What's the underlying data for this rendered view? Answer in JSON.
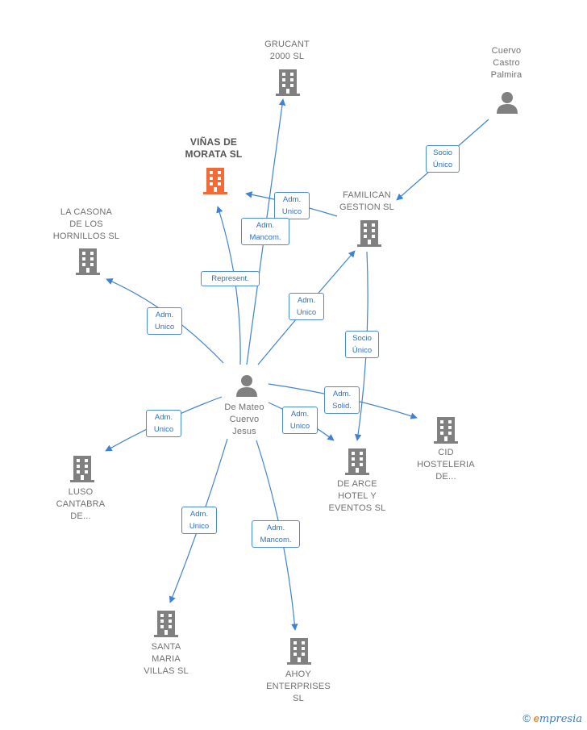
{
  "nodes": {
    "grucant": "GRUCANT\n2000 SL",
    "cuervo_castro": "Cuervo\nCastro\nPalmira",
    "vinas": "VIÑAS DE\nMORATA  SL",
    "familican": "FAMILICAN\nGESTION  SL",
    "casona": "LA CASONA\nDE LOS\nHORNILLOS SL",
    "de_mateo": "De Mateo\nCuervo\nJesus",
    "luso": "LUSO\nCANTABRA\nDE...",
    "de_arce": "DE ARCE\nHOTEL Y\nEVENTOS  SL",
    "cid": "CID\nHOSTELERIA\nDE...",
    "santa_maria": "SANTA\nMARIA\nVILLAS  SL",
    "ahoy": "AHOY\nENTERPRISES\nSL"
  },
  "edges": {
    "socio_unico_1": "Socio\nÚnico",
    "adm_unico_familican_vinas": "Adm.\nUnico",
    "adm_mancom_grucant": "Adm.\nMancom.",
    "represent": "Represent.",
    "adm_unico_familican": "Adm.\nUnico",
    "adm_unico_casona": "Adm.\nUnico",
    "socio_unico_2": "Socio\nÚnico",
    "adm_solid": "Adm.\nSolid.",
    "adm_unico_luso": "Adm.\nUnico",
    "adm_unico_dearce": "Adm.\nUnico",
    "adm_unico_santa": "Adm.\nUnico",
    "adm_mancom_ahoy": "Adm.\nMancom."
  },
  "brand": {
    "copyright": "©",
    "e": "e",
    "rest": "mpresia"
  },
  "colors": {
    "edge": "#3d82d6",
    "building": "#808080",
    "highlight": "#f26a35",
    "person": "#808080"
  }
}
